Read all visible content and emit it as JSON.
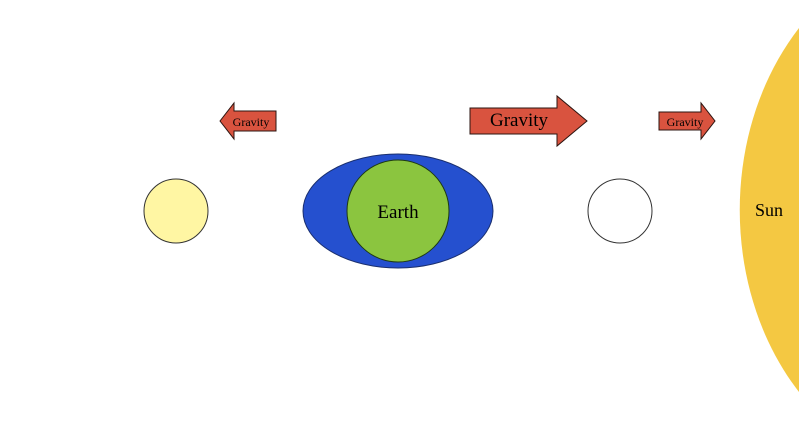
{
  "colors": {
    "background": "#ffffff",
    "arrow_fill": "#d9533f",
    "arrow_stroke": "#2b1410",
    "water_blue": "#2550cf",
    "earth_green": "#8bc53f",
    "moon_near": "#fff6a3",
    "moon_far": "#ffffff",
    "sun": "#f4c842",
    "outline": "#333333"
  },
  "labels": {
    "arrow_left": "Gravity",
    "arrow_center": "Gravity",
    "arrow_right": "Gravity",
    "earth": "Earth",
    "sun": "Sun"
  }
}
